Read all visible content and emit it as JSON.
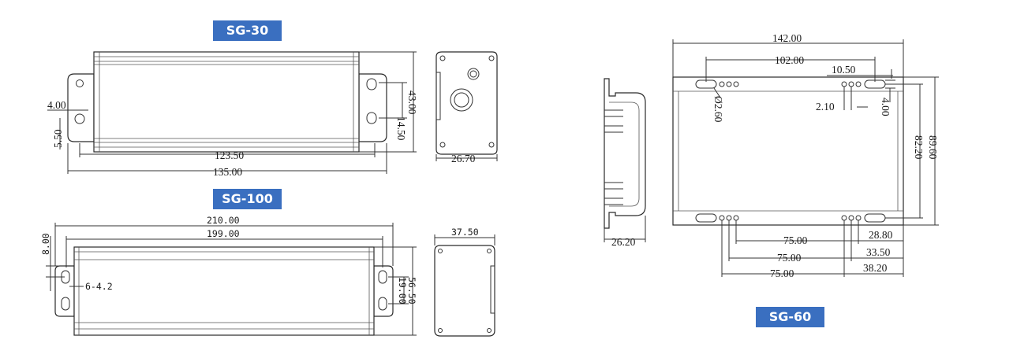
{
  "labels": {
    "sg30": "SG-30",
    "sg100": "SG-100",
    "sg60": "SG-60"
  },
  "sg30": {
    "d_4_00": "4.00",
    "d_5_50": "5.50",
    "d_123_50": "123.50",
    "d_135_00": "135.00",
    "d_14_50": "14.50",
    "d_43_00": "43.00",
    "d_26_70": "26.70"
  },
  "sg100": {
    "d_210_00": "210.00",
    "d_199_00": "199.00",
    "d_8_00": "8.00",
    "d_6_4_2": "6-4.2",
    "d_19_00": "19.00",
    "d_56_50": "56.50",
    "d_37_50": "37.50"
  },
  "sg60": {
    "d_142_00": "142.00",
    "d_102_00": "102.00",
    "d_10_50": "10.50",
    "d_2_60": "Ø2.60",
    "d_2_10": "2.10",
    "d_4_00": "4.00",
    "d_82_20": "82.20",
    "d_89_60": "89.60",
    "d_26_20": "26.20",
    "d_75_00_a": "75.00",
    "d_75_00_b": "75.00",
    "d_75_00_c": "75.00",
    "d_28_80": "28.80",
    "d_33_50": "33.50",
    "d_38_20": "38.20"
  },
  "colors": {
    "label_bg": "#3a6fc0",
    "line": "#333333"
  }
}
